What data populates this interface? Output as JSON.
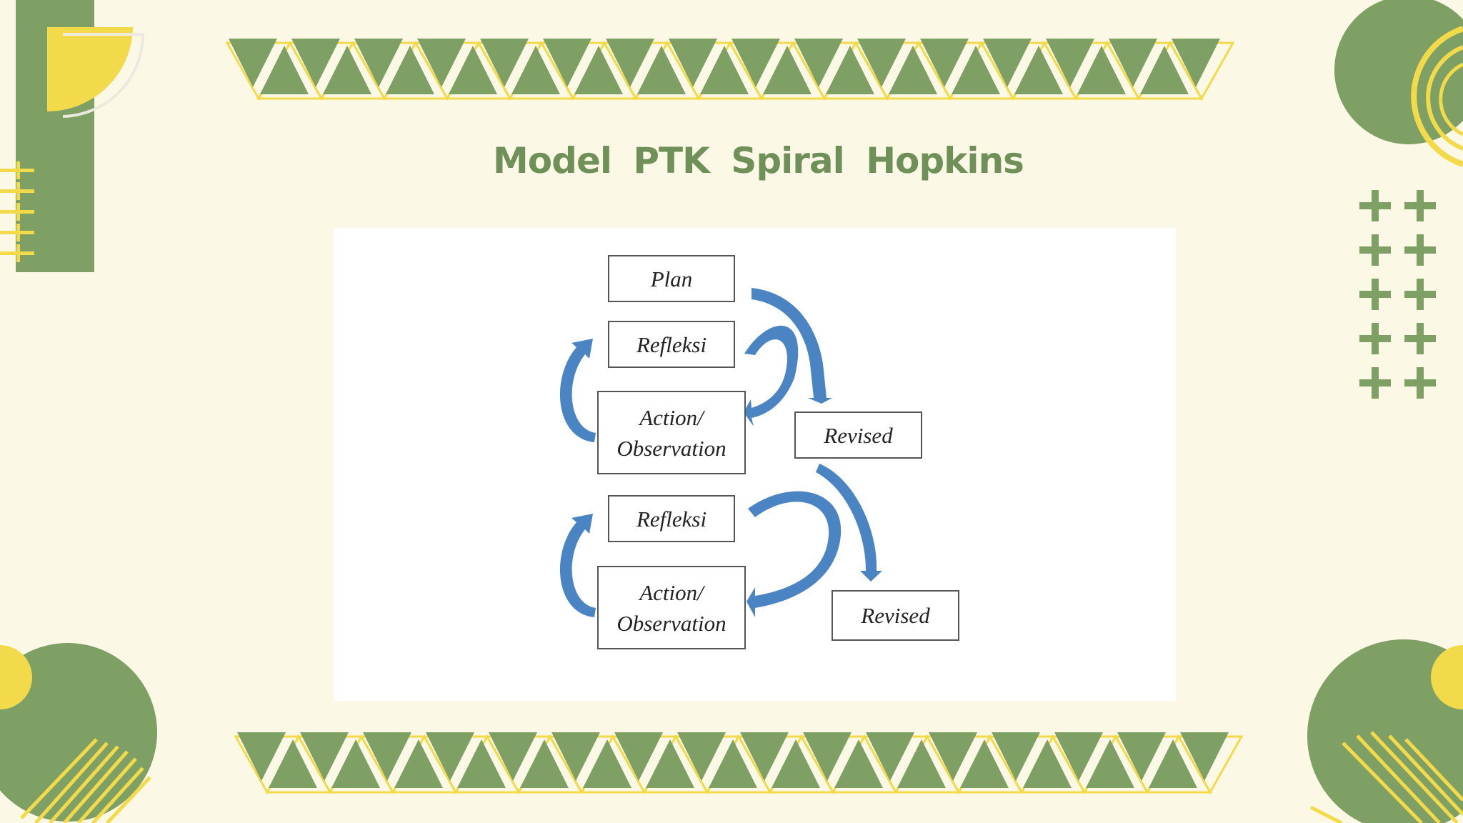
{
  "slide": {
    "title": "Model PTK Spiral Hopkins"
  },
  "diagram": {
    "nodes": {
      "plan": "Plan",
      "reflektif_1": "Refleksi",
      "action_1": "Action/\nObservation",
      "revised_1": "Revised",
      "reflektif_2": "Refleksi",
      "action_2": "Action/\nObservation",
      "revised_2": "Revised"
    }
  },
  "colors": {
    "background": "#fcf8e6",
    "accent_green": "#7fa065",
    "title_green": "#70905a",
    "accent_yellow": "#f3da4a",
    "arrow_blue": "#4a84c2"
  }
}
